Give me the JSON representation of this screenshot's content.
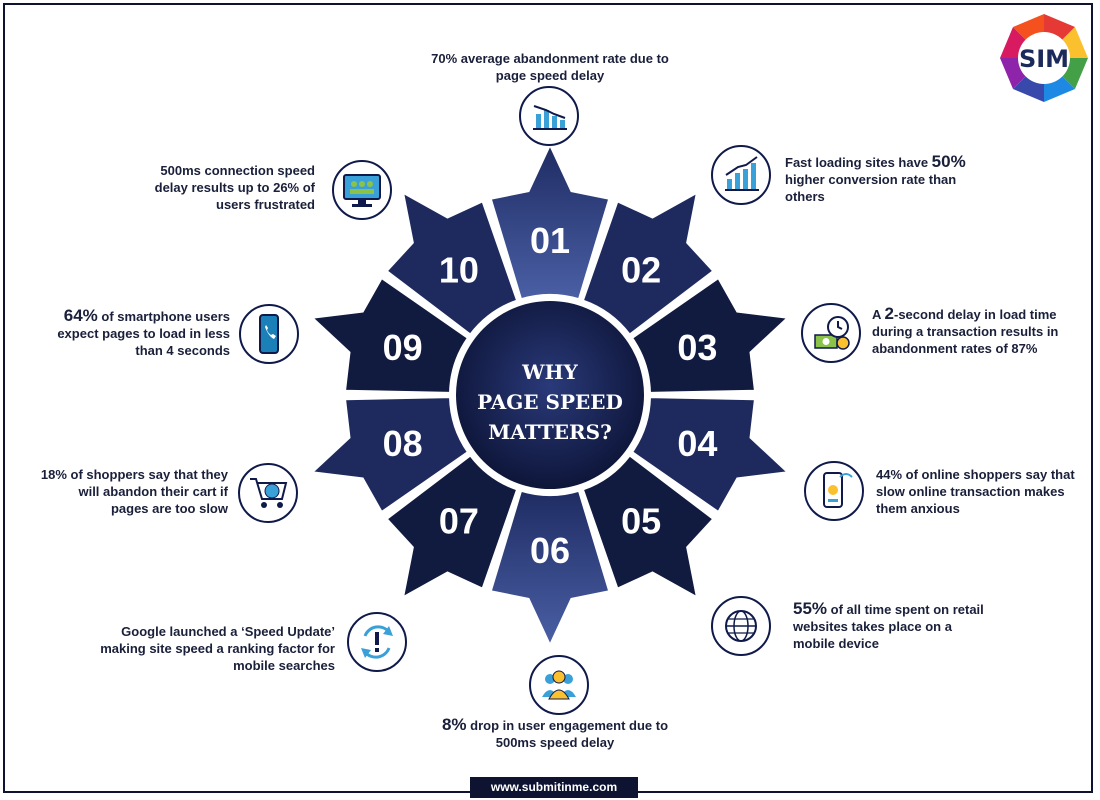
{
  "center": {
    "line1": "WHY",
    "line2": "PAGE SPEED",
    "line3": "MATTERS?"
  },
  "segments": [
    "01",
    "02",
    "03",
    "04",
    "05",
    "06",
    "07",
    "08",
    "09",
    "10"
  ],
  "facts": {
    "f01": "70% average abandonment rate due to page speed delay",
    "f02": {
      "pre": "Fast loading sites have ",
      "big": "50%",
      "post": " higher conversion rate than others"
    },
    "f03": {
      "pre": "A ",
      "big": "2",
      "post": "-second delay in load time during a transaction results in abandonment rates of 87%"
    },
    "f04": "44% of online shoppers say that slow online transaction makes them anxious",
    "f05": {
      "big": "55%",
      "post": " of all time spent on retail websites takes place on a mobile device"
    },
    "f06": {
      "big": "8%",
      "post": " drop in user engagement due to 500ms speed delay"
    },
    "f07": "Google launched a ‘Speed Update’ making site speed a ranking factor for mobile searches",
    "f08": "18% of shoppers say that they will abandon their cart if pages are too slow",
    "f09": {
      "big": "64%",
      "post": " of smartphone users expect  pages to load in less than 4 seconds"
    },
    "f10": "500ms connection speed delay results up to 26% of users frustrated"
  },
  "logo": {
    "text": "SIM"
  },
  "footer": {
    "url": "www.submitinme.com"
  },
  "icons": [
    "bar-chart-down-icon",
    "growth-chart-icon",
    "money-clock-icon",
    "mobile-payment-icon",
    "globe-icon",
    "users-group-icon",
    "refresh-alert-icon",
    "shopping-cart-globe-icon",
    "smartphone-call-icon",
    "computer-users-icon"
  ],
  "colors": {
    "navy": "#0f1a4a",
    "segment": "#1e2a5e",
    "segment_dark": "#111a3f",
    "highlight": "#3d4f8f",
    "text": "#1a1f3a"
  }
}
